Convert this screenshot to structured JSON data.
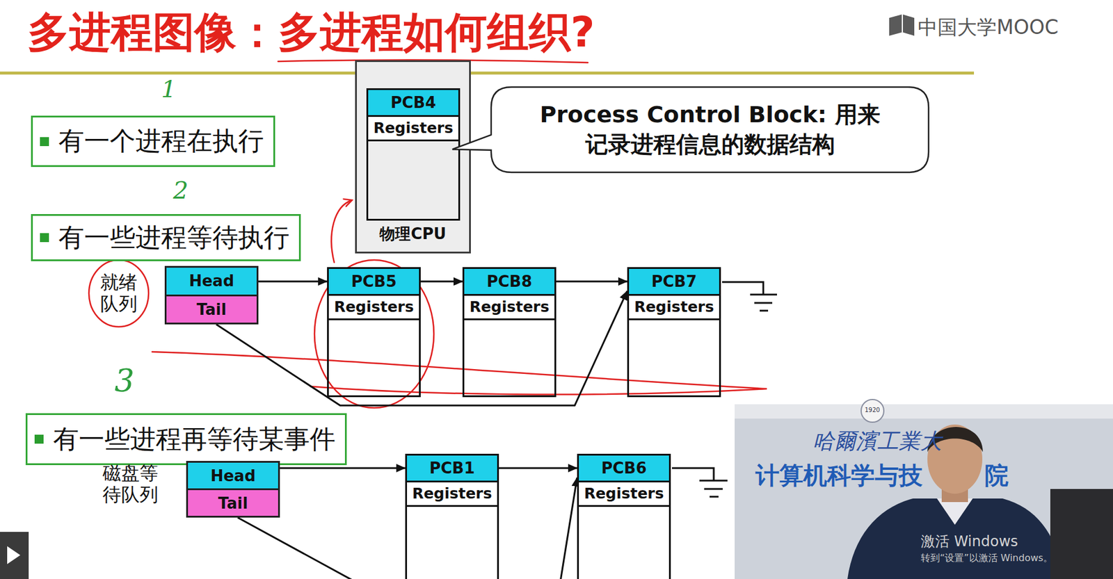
{
  "diagram": {
    "title": "多进程图像：多进程如何组织?",
    "nodes": [
      {
        "text": [
          "有一个进程在执行"
        ]
      },
      {
        "text": [
          "物理CPU"
        ]
      },
      {
        "text": [
          "PCB4",
          "Registers"
        ],
        "in": 1
      },
      {
        "text": [
          "Process Control Block: 用来 记录进程信息的数据结构"
        ]
      },
      {
        "text": [
          "有一些进程等待执行"
        ]
      },
      {
        "text": [
          "Head",
          "Tail"
        ]
      },
      {
        "text": [
          "PCB5",
          "Registers"
        ]
      },
      {
        "text": [
          "PCB8",
          "Registers"
        ]
      },
      {
        "text": [
          "PCB7",
          "Registers"
        ]
      },
      {
        "text": [
          "有一些进程再等待某事件"
        ]
      },
      {
        "text": [
          "Head",
          "Tail"
        ]
      },
      {
        "text": [
          "PCB1",
          "Registers"
        ]
      },
      {
        "text": [
          "PCB6",
          "Registers"
        ]
      }
    ],
    "edges": [
      {
        "from": 5,
        "to": 6,
        "arrow": "to"
      },
      {
        "from": 6,
        "to": 7,
        "arrow": "to"
      },
      {
        "from": 7,
        "to": 8,
        "arrow": "to"
      },
      {
        "from": 5,
        "to": 8,
        "arrow": "to"
      },
      {
        "from": 10,
        "to": 11,
        "arrow": "to"
      },
      {
        "from": 11,
        "to": 12,
        "arrow": "to"
      },
      {
        "from": 10,
        "to": 12,
        "arrow": "to"
      }
    ],
    "labels": [
      "1",
      "2",
      "3",
      "就绪队列",
      "磁盘等待队列",
      "中国大学MOOC",
      "1920",
      "哈爾濱工業大",
      "计算机科学与技",
      "院",
      "激活 Windows",
      "转到“设置”以激活 Windows。"
    ]
  }
}
